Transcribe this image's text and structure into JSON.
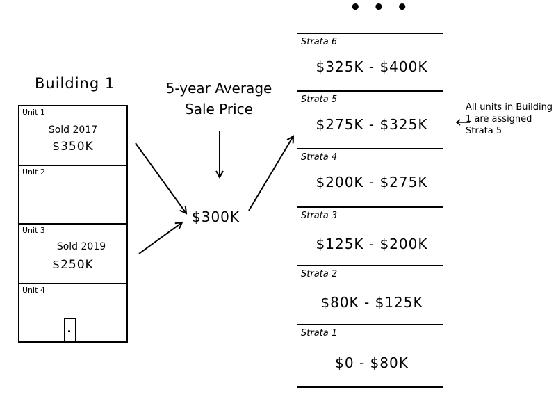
{
  "ellipsis": "• • •",
  "building": {
    "title": "Building 1",
    "units": [
      {
        "label": "Unit 1",
        "sold": "Sold 2017",
        "price": "$350K"
      },
      {
        "label": "Unit 2"
      },
      {
        "label": "Unit 3",
        "sold": "Sold 2019",
        "price": "$250K"
      },
      {
        "label": "Unit 4"
      }
    ]
  },
  "average": {
    "label": "5-year Average Sale Price",
    "value": "$300K"
  },
  "strata": [
    {
      "label": "Strata 6",
      "range": "$325K - $400K"
    },
    {
      "label": "Strata 5",
      "range": "$275K - $325K"
    },
    {
      "label": "Strata 4",
      "range": "$200K - $275K"
    },
    {
      "label": "Strata 3",
      "range": "$125K - $200K"
    },
    {
      "label": "Strata 2",
      "range": "$80K - $125K"
    },
    {
      "label": "Strata 1",
      "range": "$0 - $80K"
    }
  ],
  "note": {
    "text": "All units in Building 1 are assigned Strata 5"
  }
}
